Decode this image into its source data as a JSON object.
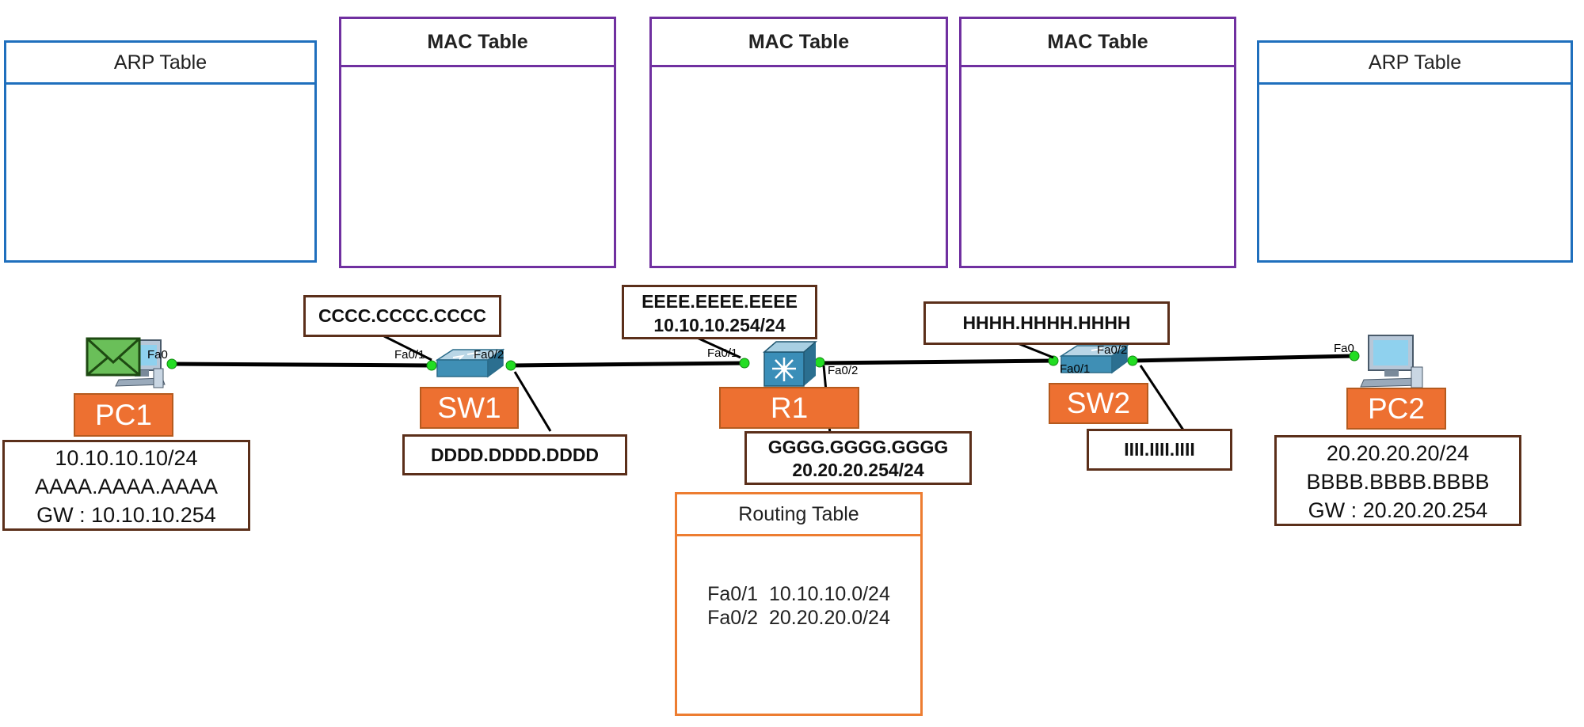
{
  "tables": {
    "arp_left": {
      "title": "ARP Table"
    },
    "mac_sw1": {
      "title": "MAC Table"
    },
    "mac_r1": {
      "title": "MAC Table"
    },
    "mac_sw2": {
      "title": "MAC Table"
    },
    "arp_right": {
      "title": "ARP Table"
    },
    "routing": {
      "title": "Routing Table",
      "rows": [
        "Fa0/1  10.10.10.0/24",
        "Fa0/2  20.20.20.0/24"
      ]
    }
  },
  "devices": {
    "pc1": {
      "name": "PC1",
      "ip": "10.10.10.10/24",
      "mac": "AAAA.AAAA.AAAA",
      "gw": "GW : 10.10.10.254",
      "port": "Fa0"
    },
    "sw1": {
      "name": "SW1",
      "port1": "Fa0/1",
      "port2": "Fa0/2",
      "mac1": "CCCC.CCCC.CCCC",
      "mac2": "DDDD.DDDD.DDDD"
    },
    "r1": {
      "name": "R1",
      "port1": "Fa0/1",
      "port2": "Fa0/2",
      "if1_mac": "EEEE.EEEE.EEEE",
      "if1_ip": "10.10.10.254/24",
      "if2_mac": "GGGG.GGGG.GGGG",
      "if2_ip": "20.20.20.254/24"
    },
    "sw2": {
      "name": "SW2",
      "port1": "Fa0/1",
      "port2": "Fa0/2",
      "mac1": "HHHH.HHHH.HHHH",
      "mac2": "IIII.IIII.IIII"
    },
    "pc2": {
      "name": "PC2",
      "ip": "20.20.20.20/24",
      "mac": "BBBB.BBBB.BBBB",
      "gw": "GW : 20.20.20.254",
      "port": "Fa0"
    }
  },
  "colors": {
    "arp": "#1f6fbd",
    "mac": "#7030a0",
    "routing": "#ed7d31",
    "label": "#ed7031",
    "link_up": "#22dd22",
    "box_border": "#5b2f1a"
  }
}
